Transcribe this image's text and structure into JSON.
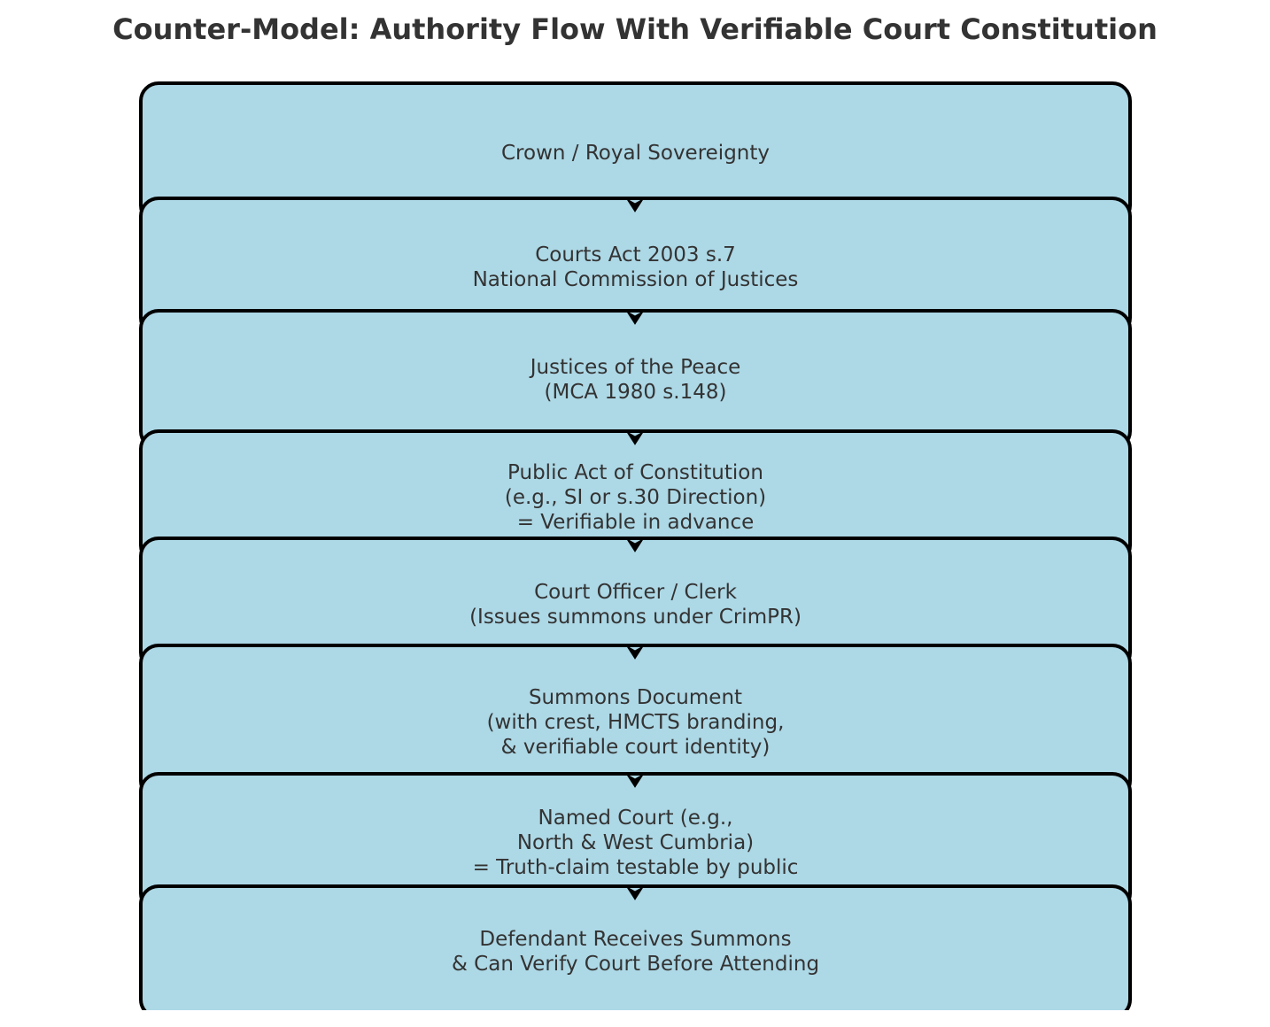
{
  "title": "Counter-Model: Authority Flow With Verifiable Court Constitution",
  "colors": {
    "background": "#ffffff",
    "box_fill": "#add8e6",
    "box_border": "#000000",
    "text": "#333333",
    "arrow": "#000000"
  },
  "flow": {
    "connector": "arrow-down",
    "boxes": [
      {
        "id": "crown",
        "lines": [
          "Crown / Royal Sovereignty"
        ]
      },
      {
        "id": "courts-act",
        "lines": [
          "Courts Act 2003 s.7",
          "National Commission of Justices"
        ]
      },
      {
        "id": "justices",
        "lines": [
          "Justices of the Peace",
          "(MCA 1980 s.148)"
        ]
      },
      {
        "id": "public-act",
        "lines": [
          "Public Act of Constitution",
          "(e.g., SI or s.30 Direction)",
          "= Verifiable in advance"
        ]
      },
      {
        "id": "court-officer",
        "lines": [
          "Court Officer / Clerk",
          "(Issues summons under CrimPR)"
        ]
      },
      {
        "id": "summons-document",
        "lines": [
          "Summons Document",
          "(with crest, HMCTS branding,",
          "& verifiable court identity)"
        ]
      },
      {
        "id": "named-court",
        "lines": [
          "Named Court (e.g.,",
          "North & West Cumbria)",
          "= Truth-claim testable by public"
        ]
      },
      {
        "id": "defendant",
        "lines": [
          "Defendant Receives Summons",
          "& Can Verify Court Before Attending"
        ]
      }
    ]
  }
}
